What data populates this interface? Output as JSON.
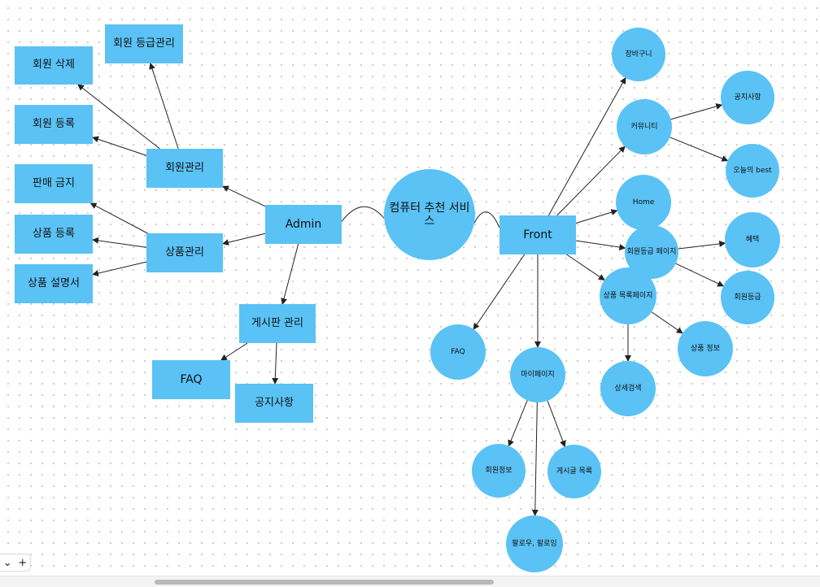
{
  "diagram": {
    "nodes": [
      {
        "id": "center",
        "label": "컴퓨터 추천 서비스",
        "shape": "circle"
      },
      {
        "id": "admin",
        "label": "Admin",
        "shape": "rect"
      },
      {
        "id": "front",
        "label": "Front",
        "shape": "rect"
      },
      {
        "id": "member_mgmt",
        "label": "회원관리",
        "shape": "rect"
      },
      {
        "id": "product_mgmt",
        "label": "상품관리",
        "shape": "rect"
      },
      {
        "id": "board_mgmt",
        "label": "게시판 관리",
        "shape": "rect"
      },
      {
        "id": "member_delete",
        "label": "회원 삭제",
        "shape": "rect"
      },
      {
        "id": "member_grade_mgmt",
        "label": "회원 등급관리",
        "shape": "rect"
      },
      {
        "id": "member_register",
        "label": "회원 등록",
        "shape": "rect"
      },
      {
        "id": "sale_ban",
        "label": "판매 금지",
        "shape": "rect"
      },
      {
        "id": "product_register",
        "label": "상품 등록",
        "shape": "rect"
      },
      {
        "id": "product_manual",
        "label": "상품 설명서",
        "shape": "rect"
      },
      {
        "id": "faq_admin",
        "label": "FAQ",
        "shape": "rect"
      },
      {
        "id": "notice_admin",
        "label": "공지사항",
        "shape": "rect"
      },
      {
        "id": "cart",
        "label": "장바구니",
        "shape": "circle"
      },
      {
        "id": "community",
        "label": "커뮤니티",
        "shape": "circle"
      },
      {
        "id": "notice_front",
        "label": "공지사항",
        "shape": "circle"
      },
      {
        "id": "today_best",
        "label": "오늘의 best",
        "shape": "circle"
      },
      {
        "id": "home",
        "label": "Home",
        "shape": "circle"
      },
      {
        "id": "grade_page",
        "label": "회원등급 페이지",
        "shape": "circle"
      },
      {
        "id": "benefit",
        "label": "혜택",
        "shape": "circle"
      },
      {
        "id": "member_grade",
        "label": "회원등급",
        "shape": "circle"
      },
      {
        "id": "product_list_page",
        "label": "상품 목록페이지",
        "shape": "circle"
      },
      {
        "id": "product_info",
        "label": "상품 정보",
        "shape": "circle"
      },
      {
        "id": "detail_search",
        "label": "상세검색",
        "shape": "circle"
      },
      {
        "id": "faq_front",
        "label": "FAQ",
        "shape": "circle"
      },
      {
        "id": "mypage",
        "label": "마이페이지",
        "shape": "circle"
      },
      {
        "id": "member_info",
        "label": "회원정보",
        "shape": "circle"
      },
      {
        "id": "post_list",
        "label": "게시글 목록",
        "shape": "circle"
      },
      {
        "id": "follow",
        "label": "팔로우, 팔로잉",
        "shape": "circle"
      }
    ],
    "edges": [
      {
        "from": "admin",
        "to": "center",
        "arrow": false
      },
      {
        "from": "center",
        "to": "front",
        "arrow": false
      },
      {
        "from": "admin",
        "to": "member_mgmt",
        "arrow": true
      },
      {
        "from": "admin",
        "to": "product_mgmt",
        "arrow": true
      },
      {
        "from": "admin",
        "to": "board_mgmt",
        "arrow": true
      },
      {
        "from": "member_mgmt",
        "to": "member_delete",
        "arrow": true
      },
      {
        "from": "member_mgmt",
        "to": "member_grade_mgmt",
        "arrow": true
      },
      {
        "from": "member_mgmt",
        "to": "member_register",
        "arrow": true
      },
      {
        "from": "product_mgmt",
        "to": "sale_ban",
        "arrow": true
      },
      {
        "from": "product_mgmt",
        "to": "product_register",
        "arrow": true
      },
      {
        "from": "product_mgmt",
        "to": "product_manual",
        "arrow": true
      },
      {
        "from": "board_mgmt",
        "to": "faq_admin",
        "arrow": true
      },
      {
        "from": "board_mgmt",
        "to": "notice_admin",
        "arrow": true
      },
      {
        "from": "front",
        "to": "cart",
        "arrow": true
      },
      {
        "from": "front",
        "to": "community",
        "arrow": true
      },
      {
        "from": "community",
        "to": "notice_front",
        "arrow": true
      },
      {
        "from": "community",
        "to": "today_best",
        "arrow": true
      },
      {
        "from": "front",
        "to": "home",
        "arrow": true
      },
      {
        "from": "front",
        "to": "grade_page",
        "arrow": true
      },
      {
        "from": "grade_page",
        "to": "benefit",
        "arrow": true
      },
      {
        "from": "grade_page",
        "to": "member_grade",
        "arrow": true
      },
      {
        "from": "front",
        "to": "product_list_page",
        "arrow": true
      },
      {
        "from": "product_list_page",
        "to": "product_info",
        "arrow": true
      },
      {
        "from": "product_list_page",
        "to": "detail_search",
        "arrow": true
      },
      {
        "from": "front",
        "to": "faq_front",
        "arrow": true
      },
      {
        "from": "front",
        "to": "mypage",
        "arrow": true
      },
      {
        "from": "mypage",
        "to": "member_info",
        "arrow": true
      },
      {
        "from": "mypage",
        "to": "post_list",
        "arrow": true
      },
      {
        "from": "mypage",
        "to": "follow",
        "arrow": true
      }
    ]
  },
  "colors": {
    "node_fill": "#5ac2f5",
    "edge": "#222222",
    "text": "#111111"
  },
  "controls": {
    "page_menu_icon": "chevron-down-icon",
    "add_page_label": "+"
  }
}
